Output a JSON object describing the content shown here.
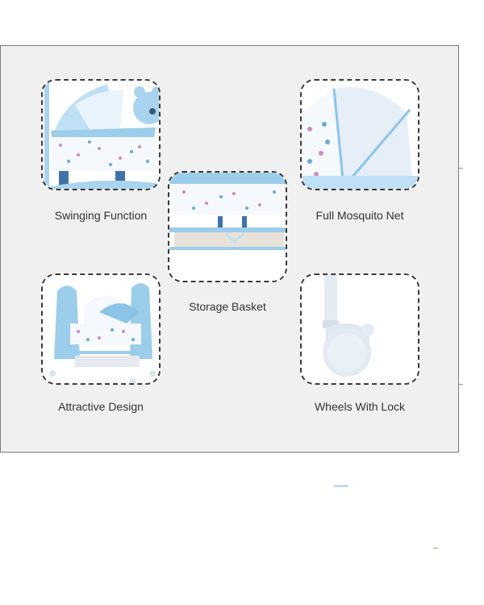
{
  "features": [
    {
      "id": "swinging",
      "label": "Swinging Function"
    },
    {
      "id": "storage",
      "label": "Storage Basket"
    },
    {
      "id": "mosquito",
      "label": "Full Mosquito Net"
    },
    {
      "id": "design",
      "label": "Attractive Design"
    },
    {
      "id": "wheels",
      "label": "Wheels With Lock"
    }
  ],
  "colors": {
    "panel_bg": "#f0f0f0",
    "border": "#7a7a7a",
    "dashed": "#3a3a3a",
    "cradle_blue": "#a9d4ef",
    "cradle_dark": "#6aa9d6",
    "caption": "#333333"
  }
}
